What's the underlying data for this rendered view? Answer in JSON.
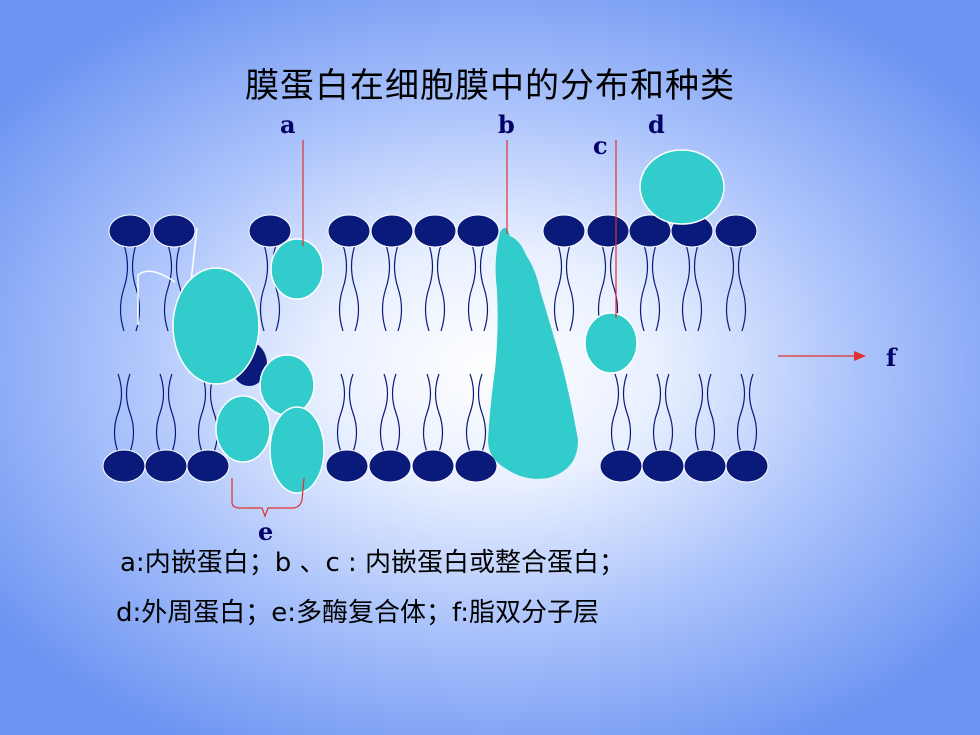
{
  "title": "膜蛋白在细胞膜中的分布和种类",
  "labels": {
    "a": "a",
    "b": "b",
    "c": "c",
    "d": "d",
    "e": "e",
    "f": "f"
  },
  "caption": {
    "line1": "a:内嵌蛋白；b 、c : 内嵌蛋白或整合蛋白；",
    "line2": "d:外周蛋白；e:多酶复合体；f:脂双分子层"
  },
  "colors": {
    "lipid_head": "#0a1a7a",
    "protein": "#33cccc",
    "leader_line": "#e03030",
    "label": "#000066"
  }
}
